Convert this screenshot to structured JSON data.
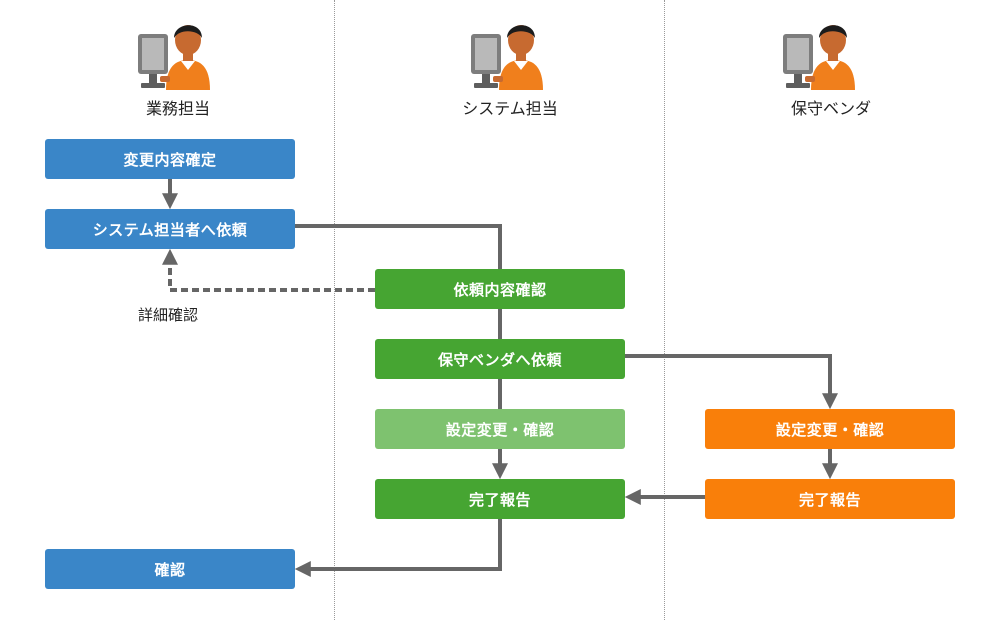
{
  "lanes": [
    {
      "title": "業務担当",
      "icon": "operator-at-computer-icon"
    },
    {
      "title": "システム担当",
      "icon": "operator-at-computer-icon"
    },
    {
      "title": "保守ベンダ",
      "icon": "operator-at-computer-icon"
    }
  ],
  "steps": {
    "confirm_changes": "変更内容確定",
    "request_system_staff": "システム担当者へ依頼",
    "confirm_request": "依頼内容確認",
    "request_vendor": "保守ベンダへ依頼",
    "system_config_change": "設定変更・確認",
    "system_report": "完了報告",
    "vendor_config_change": "設定変更・確認",
    "vendor_report": "完了報告",
    "final_confirm": "確認"
  },
  "notes": {
    "detail_check": "詳細確認"
  },
  "colors": {
    "business": "#3a86c8",
    "system": "#46a532",
    "system_light": "#7ec26f",
    "vendor": "#f97f0a",
    "connector": "#666666"
  }
}
